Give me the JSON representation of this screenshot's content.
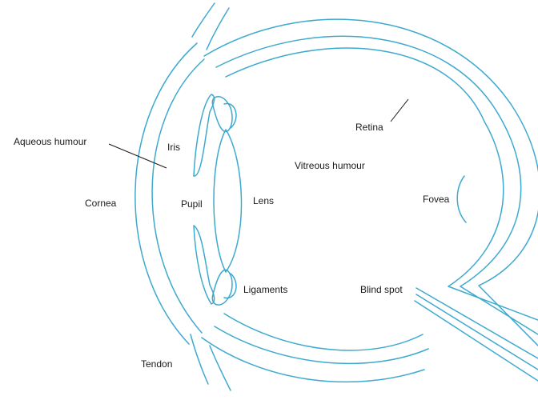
{
  "colors": {
    "outline": "#3ea9cf",
    "label_text": "#1a1a1a",
    "leader_line": "#1a1a1a"
  },
  "labels": {
    "aqueous_humour": "Aqueous humour",
    "iris": "Iris",
    "retina": "Retina",
    "vitreous_humour": "Vitreous humour",
    "cornea": "Cornea",
    "pupil": "Pupil",
    "lens": "Lens",
    "fovea": "Fovea",
    "ligaments": "Ligaments",
    "blind_spot": "Blind spot",
    "tendon": "Tendon"
  }
}
